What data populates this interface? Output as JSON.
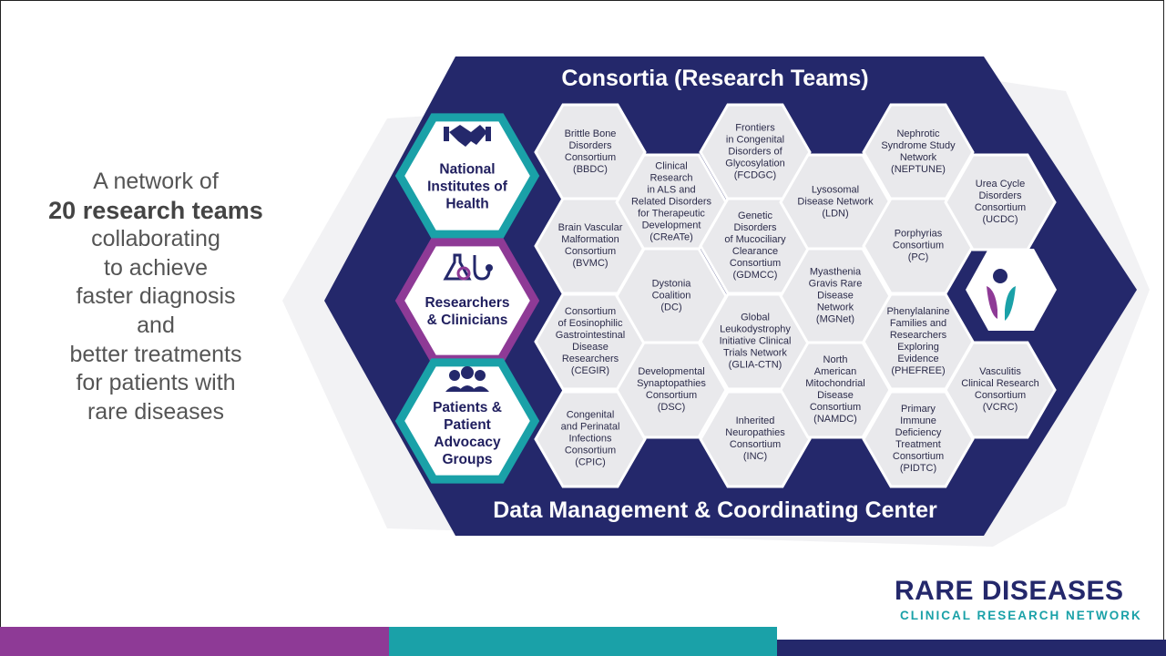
{
  "tagline": {
    "line1": "A network of",
    "line2": "20 research teams",
    "line3": "collaborating",
    "line4": "to achieve",
    "line5": "faster diagnosis",
    "line6": "and",
    "line7": "better treatments",
    "line8": "for patients with",
    "line9": "rare diseases"
  },
  "diagram": {
    "top_title": "Consortia (Research Teams)",
    "bottom_title": "Data Management & Coordinating Center",
    "pillars": [
      {
        "lines": [
          "National",
          "Institutes of",
          "Health"
        ],
        "icon": "handshake-icon",
        "border": "#1aa1a8"
      },
      {
        "lines": [
          "Researchers",
          "& Clinicians"
        ],
        "icon": "lab-stethoscope-icon",
        "border": "#8e3a96"
      },
      {
        "lines": [
          "Patients &",
          "Patient",
          "Advocacy",
          "Groups"
        ],
        "icon": "people-group-icon",
        "border": "#1aa1a8"
      }
    ],
    "consortia": [
      {
        "lines": [
          "Brittle Bone",
          "Disorders",
          "Consortium",
          "(BBDC)"
        ]
      },
      {
        "lines": [
          "Brain Vascular",
          "Malformation",
          "Consortium",
          "(BVMC)"
        ]
      },
      {
        "lines": [
          "Consortium",
          "of Eosinophilic",
          "Gastrointestinal",
          "Disease",
          "Researchers",
          "(CEGIR)"
        ]
      },
      {
        "lines": [
          "Congenital",
          "and Perinatal",
          "Infections",
          "Consortium",
          "(CPIC)"
        ]
      },
      {
        "lines": [
          "Clinical",
          "Research",
          "in ALS and",
          "Related Disorders",
          "for Therapeutic",
          "Development",
          "(CReATe)"
        ]
      },
      {
        "lines": [
          "Dystonia",
          "Coalition",
          "(DC)"
        ]
      },
      {
        "lines": [
          "Developmental",
          "Synaptopathies",
          "Consortium",
          "(DSC)"
        ]
      },
      {
        "lines": [
          "Frontiers",
          "in Congenital",
          "Disorders of",
          "Glycosylation",
          "(FCDGC)"
        ]
      },
      {
        "lines": [
          "Genetic",
          "Disorders",
          "of Mucociliary",
          "Clearance",
          "Consortium",
          "(GDMCC)"
        ]
      },
      {
        "lines": [
          "Global",
          "Leukodystrophy",
          "Initiative Clinical",
          "Trials Network",
          "(GLIA-CTN)"
        ]
      },
      {
        "lines": [
          "Inherited",
          "Neuropathies",
          "Consortium",
          "(INC)"
        ]
      },
      {
        "lines": [
          "Lysosomal",
          "Disease Network",
          "(LDN)"
        ]
      },
      {
        "lines": [
          "Myasthenia",
          "Gravis Rare",
          "Disease",
          "Network",
          "(MGNet)"
        ]
      },
      {
        "lines": [
          "North",
          "American",
          "Mitochondrial",
          "Disease",
          "Consortium",
          "(NAMDC)"
        ]
      },
      {
        "lines": [
          "Nephrotic",
          "Syndrome Study",
          "Network",
          "(NEPTUNE)"
        ]
      },
      {
        "lines": [
          "Porphyrias",
          "Consortium",
          "(PC)"
        ]
      },
      {
        "lines": [
          "Phenylalanine",
          "Families and",
          "Researchers",
          "Exploring",
          "Evidence",
          "(PHEFREE)"
        ]
      },
      {
        "lines": [
          "Primary",
          "Immune",
          "Deficiency",
          "Treatment",
          "Consortium",
          "(PIDTC)"
        ]
      },
      {
        "lines": [
          "Urea Cycle",
          "Disorders",
          "Consortium",
          "(UCDC)"
        ]
      },
      {
        "lines": [
          "Vasculitis",
          "Clinical Research",
          "Consortium",
          "(VCRC)"
        ]
      }
    ]
  },
  "logo": {
    "top": "RARE DISEASES",
    "bottom": "CLINICAL RESEARCH NETWORK"
  },
  "colors": {
    "navy": "#24286b",
    "teal": "#1aa1a8",
    "purple": "#8e3a96",
    "hex_fill": "#e9e9ec",
    "bar_purple": "#8e3a96",
    "bar_teal": "#1aa1a8",
    "bar_navy": "#24286b"
  }
}
